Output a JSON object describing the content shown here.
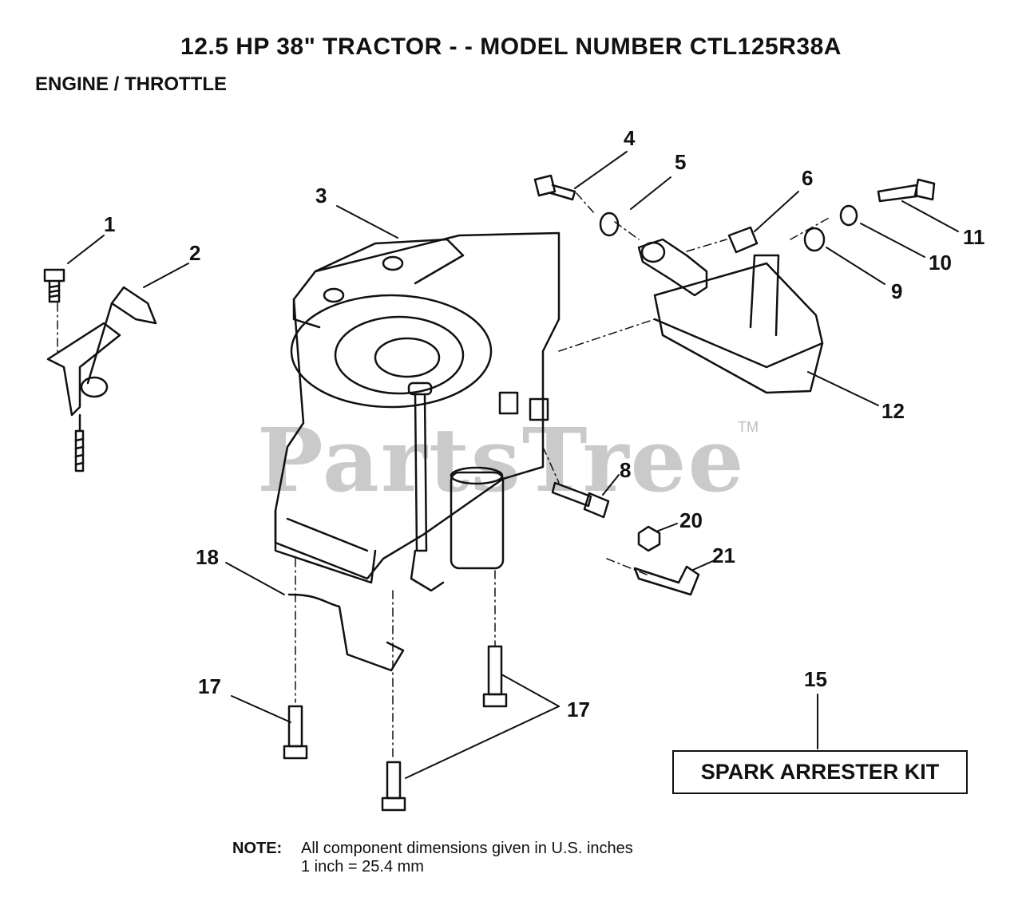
{
  "header": {
    "title": "12.5 HP 38\" TRACTOR - - MODEL NUMBER CTL125R38A",
    "subtitle": "ENGINE / THROTTLE"
  },
  "callouts": {
    "c1": "1",
    "c2": "2",
    "c3": "3",
    "c4": "4",
    "c5": "5",
    "c6": "6",
    "c8": "8",
    "c9": "9",
    "c10": "10",
    "c11": "11",
    "c12": "12",
    "c15": "15",
    "c17a": "17",
    "c17b": "17",
    "c18": "18",
    "c20": "20",
    "c21": "21"
  },
  "kit": {
    "label": "SPARK ARRESTER KIT"
  },
  "note": {
    "label": "NOTE:",
    "line1": "All component dimensions given in U.S. inches",
    "line2": "1 inch = 25.4 mm"
  },
  "watermark": {
    "text": "PartsTree",
    "tm": "TM"
  }
}
